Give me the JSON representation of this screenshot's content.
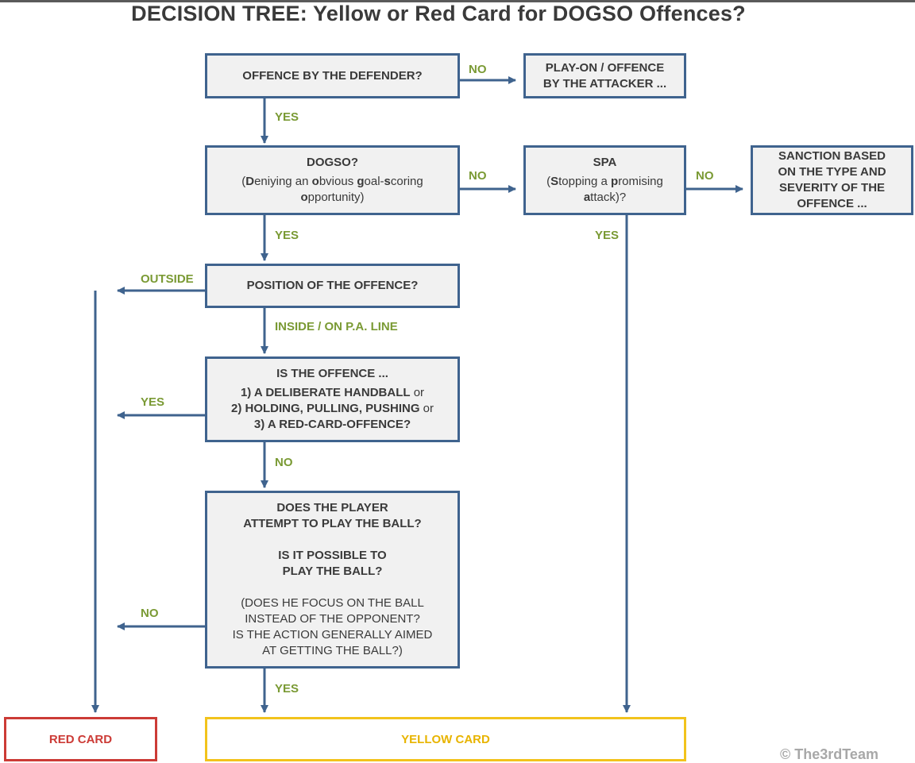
{
  "title": "DECISION TREE: Yellow or Red Card for DOGSO Offences?",
  "colors": {
    "box_border": "#3f638e",
    "box_fill": "#f1f1f1",
    "label_green": "#7a9a34",
    "red_card": "#cc3b36",
    "yellow_card": "#f2c31c"
  },
  "boxes": {
    "offence_by_defender": "OFFENCE BY THE DEFENDER?",
    "play_on": {
      "line1": "PLAY-ON / OFFENCE",
      "line2": "BY THE ATTACKER ..."
    },
    "dogso": {
      "title": "DOGSO?",
      "line1": {
        "p1": "(",
        "b1": "D",
        "p2": "eniying an ",
        "b2": "o",
        "p3": "bvious ",
        "b3": "g",
        "p4": "oal-",
        "b4": "s",
        "p5": "coring"
      },
      "line2": {
        "b1": "o",
        "p1": "pportunity)"
      }
    },
    "spa": {
      "title": "SPA",
      "line1": {
        "p1": "(",
        "b1": "S",
        "p2": "topping a ",
        "b2": "p",
        "p3": "romising"
      },
      "line2": {
        "b1": "a",
        "p1": "ttack)?"
      }
    },
    "sanction": {
      "line1": "SANCTION BASED",
      "line2": "ON THE TYPE AND",
      "line3": "SEVERITY OF  THE",
      "line4": "OFFENCE ..."
    },
    "position": "POSITION OF THE OFFENCE?",
    "is_offence": {
      "line1": "IS THE OFFENCE ...",
      "line2": "1) A DELIBERATE HANDBALL",
      "line2_or": " or",
      "line3": "2) HOLDING, PULLING, PUSHING",
      "line3_or": " or",
      "line4": "3) A RED-CARD-OFFENCE?"
    },
    "attempt": {
      "line1": "DOES THE PLAYER",
      "line2": "ATTEMPT TO PLAY THE BALL?",
      "line3": "IS IT POSSIBLE TO",
      "line4": "PLAY THE BALL?",
      "line5": "(DOES HE FOCUS ON THE BALL",
      "line6": "INSTEAD OF THE OPPONENT?",
      "line7": "IS THE ACTION GENERALLY AIMED",
      "line8": "AT GETTING THE BALL?)"
    }
  },
  "labels": {
    "no1": "NO",
    "yes1": "YES",
    "no2": "NO",
    "no3": "NO",
    "yes2": "YES",
    "yes_spa": "YES",
    "outside": "OUTSIDE",
    "inside": "INSIDE / ON P.A.  LINE",
    "yes3": "YES",
    "no4": "NO",
    "no5": "NO",
    "yes4": "YES"
  },
  "outcomes": {
    "red": "RED CARD",
    "yellow": "YELLOW CARD"
  },
  "copyright": "© The3rdTeam"
}
